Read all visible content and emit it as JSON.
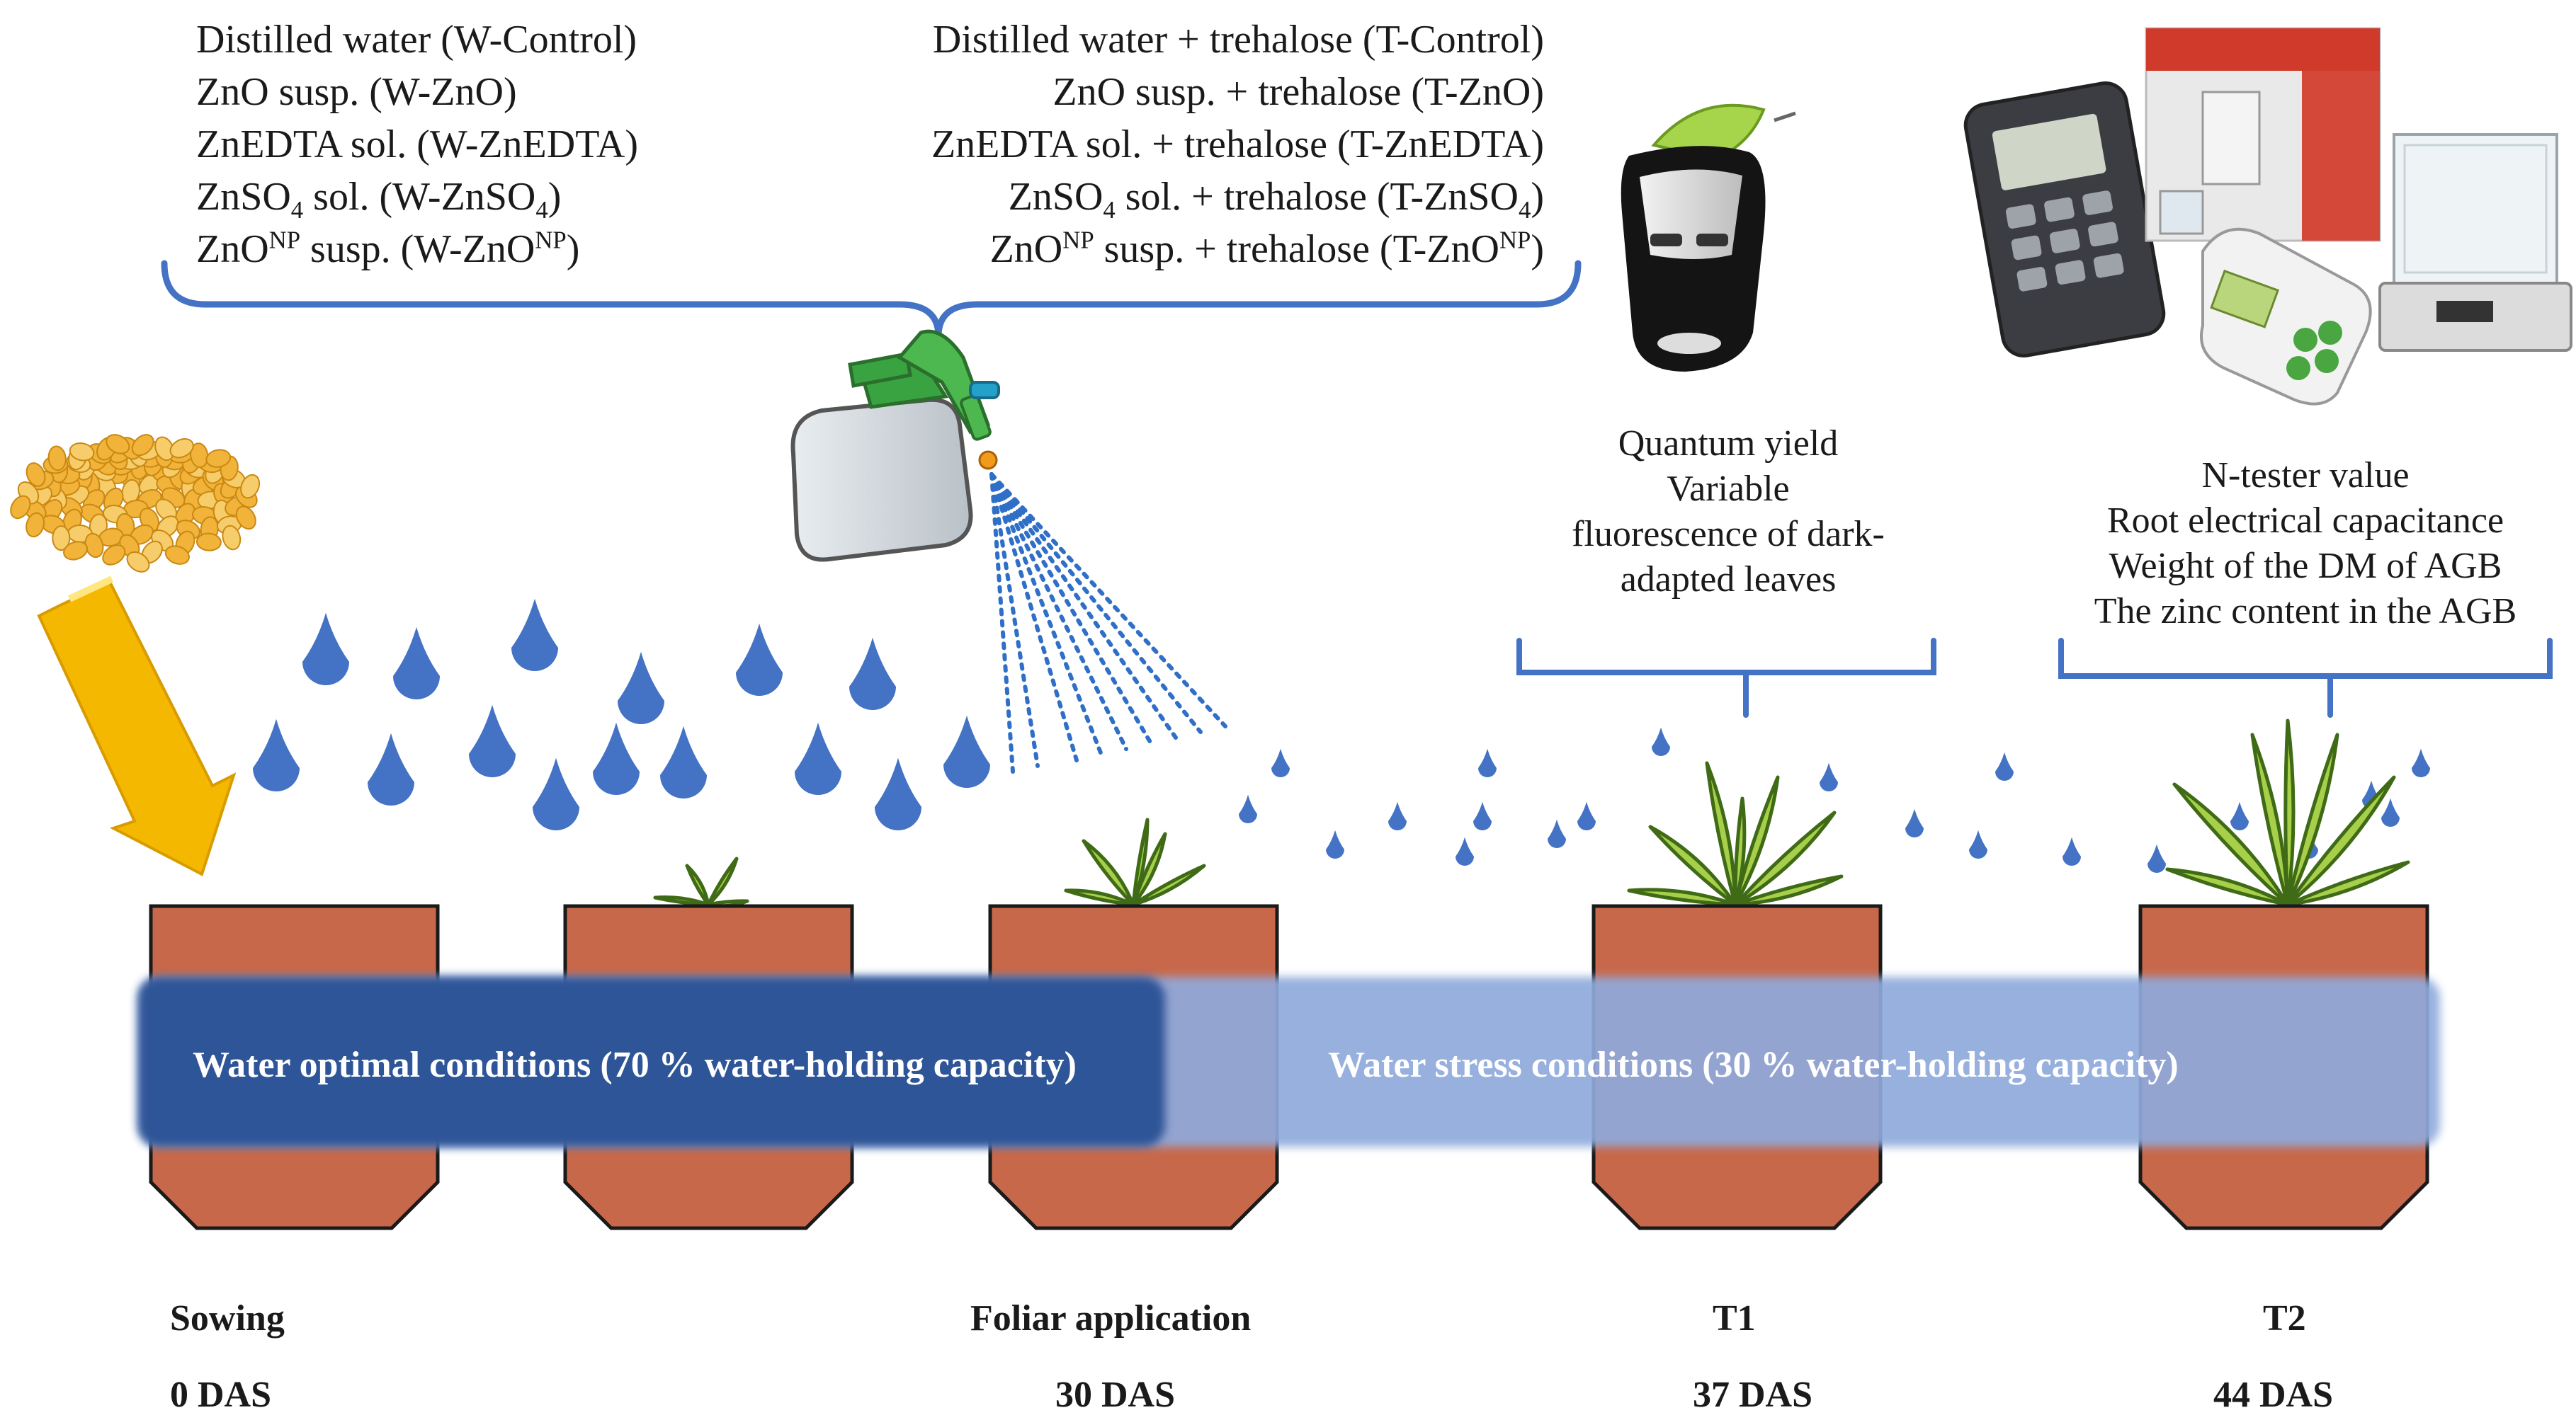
{
  "treatments_water": [
    {
      "pre": "Distilled water (W-Control)"
    },
    {
      "pre": "ZnO susp. (W-ZnO)"
    },
    {
      "pre": "ZnEDTA sol. (W-ZnEDTA)"
    },
    {
      "pre": "ZnSO",
      "sub": "4",
      "mid": " sol. (W-ZnSO",
      "sub2": "4",
      "post": ")"
    },
    {
      "pre": "ZnO",
      "sup": "NP",
      "mid": " susp. (W-ZnO",
      "sup2": "NP",
      "post": ")"
    }
  ],
  "treatments_trehalose": [
    {
      "pre": "Distilled water + trehalose (T-Control)"
    },
    {
      "pre": "ZnO susp. + trehalose (T-ZnO)"
    },
    {
      "pre": "ZnEDTA sol. + trehalose (T-ZnEDTA)"
    },
    {
      "pre": "ZnSO",
      "sub": "4",
      "mid": " sol. + trehalose (T-ZnSO",
      "sub2": "4",
      "post": ")"
    },
    {
      "pre": "ZnO",
      "sup": "NP",
      "mid": " susp. + trehalose (T-ZnO",
      "sup2": "NP",
      "post": ")"
    }
  ],
  "t1_measurements": [
    "Quantum yield",
    "Variable",
    "fluorescence of dark-",
    "adapted leaves"
  ],
  "t2_measurements": [
    "N-tester value",
    "Root electrical capacitance",
    "Weight of the DM of AGB",
    "The zinc content in the AGB"
  ],
  "bands": {
    "optimal": "Water optimal conditions (70 % water-holding capacity)",
    "stress": "Water stress conditions (30 % water-holding capacity)"
  },
  "stages": [
    {
      "name": "Sowing",
      "das": "0 DAS"
    },
    {
      "name": "Foliar application",
      "das": "30 DAS"
    },
    {
      "name": "T1",
      "das": "37 DAS"
    },
    {
      "name": "T2",
      "das": "44 DAS"
    }
  ],
  "colors": {
    "pot": "#c8684a",
    "pot_stroke": "#1a1a1a",
    "bracket": "#4472c4",
    "drop": "#4472c4",
    "optimal_band": "#2f5597",
    "stress_band": "#8faadc",
    "arrow": "#f5b800",
    "leaf": "#9bc23c"
  },
  "icons": [
    "maize-seeds-icon",
    "sun-arrow-icon",
    "spray-bottle-icon",
    "fluorometer-icon",
    "lab-instruments-icon",
    "water-drop-icon",
    "plant-icon",
    "pot-icon"
  ]
}
